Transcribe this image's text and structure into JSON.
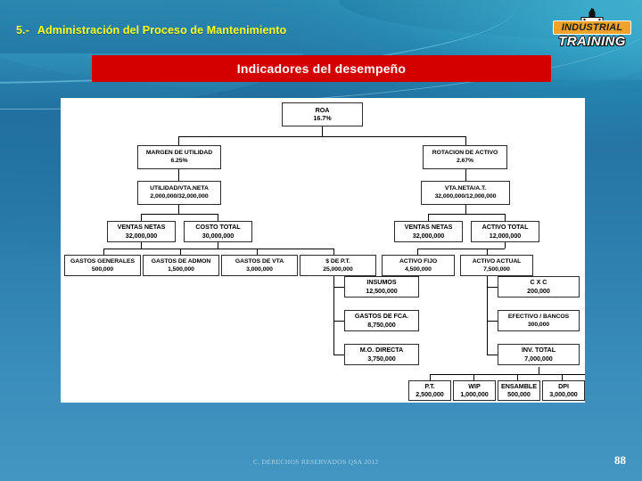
{
  "slide": {
    "title_number": "5.-",
    "title_text": "Administración del Proceso de Mantenimiento",
    "banner_text": "Indicadores del desempeño",
    "footer_copyright": "C. DERECHOS RESERVADOS QSA 2012",
    "page_number": "88"
  },
  "logo": {
    "word1": "INDUSTRIAL",
    "word2": "TRAINING",
    "icon": "gear-icon"
  },
  "colors": {
    "background_blue": "#2c7bab",
    "banner_red": "#d40000",
    "title_yellow": "#ffff22",
    "panel_white": "#ffffff",
    "logo_orange": "#f0a32a"
  },
  "chart_data": {
    "type": "diagram",
    "title": "Indicadores del desempeño",
    "subtype": "dupont-tree",
    "nodes": [
      {
        "id": "roa",
        "title": "ROA",
        "value": "16.7%"
      },
      {
        "id": "margen",
        "title": "MARGEN DE UTILIDAD",
        "value": "6.25%"
      },
      {
        "id": "rotacion",
        "title": "ROTACION DE ACTIVO",
        "value": "2.67%"
      },
      {
        "id": "utilidad-vta",
        "title": "UTILIDAD/VTA.NETA",
        "value": "2,000,000/32,000,000"
      },
      {
        "id": "vtaneta-at",
        "title": "VTA.NETA/A.T.",
        "value": "32,000,000/12,000,000"
      },
      {
        "id": "ventas-netas-l",
        "title": "VENTAS NETAS",
        "value": "32,000,000"
      },
      {
        "id": "costo-total",
        "title": "COSTO TOTAL",
        "value": "30,000,000"
      },
      {
        "id": "ventas-netas-r",
        "title": "VENTAS NETAS",
        "value": "32,000,000"
      },
      {
        "id": "activo-total",
        "title": "ACTIVO TOTAL",
        "value": "12,000,000"
      },
      {
        "id": "gastos-generales",
        "title": "GASTOS  GENERALES",
        "value": "500,000"
      },
      {
        "id": "gastos-admon",
        "title": "GASTOS DE ADMON",
        "value": "1,500,000"
      },
      {
        "id": "gastos-vta",
        "title": "GASTOS DE VTA",
        "value": "3,000,000"
      },
      {
        "id": "dinero-pt",
        "title": "$ DE P.T.",
        "value": "25,000,000"
      },
      {
        "id": "activo-fijo",
        "title": "ACTIVO FIJO",
        "value": "4,500,000"
      },
      {
        "id": "activo-actual",
        "title": "ACTIVO ACTUAL",
        "value": "7,500,000"
      },
      {
        "id": "insumos",
        "title": "INSUMOS",
        "value": "12,500,000"
      },
      {
        "id": "gastos-fca",
        "title": "GASTOS DE FCA.",
        "value": "8,750,000"
      },
      {
        "id": "mo-directa",
        "title": "M.O. DIRECTA",
        "value": "3,750,000"
      },
      {
        "id": "cxc",
        "title": "C X C",
        "value": "200,000"
      },
      {
        "id": "efectivo-bancos",
        "title": "EFECTIVO / BANCOS",
        "value": "300,000"
      },
      {
        "id": "inv-total",
        "title": "INV. TOTAL",
        "value": "7,000,000"
      },
      {
        "id": "pt",
        "title": "P.T.",
        "value": "2,500,000"
      },
      {
        "id": "wip",
        "title": "WIP",
        "value": "1,000,000"
      },
      {
        "id": "ensamble",
        "title": "ENSAMBLE",
        "value": "500,000"
      },
      {
        "id": "dpi",
        "title": "DPI",
        "value": "3,000,000"
      }
    ]
  }
}
